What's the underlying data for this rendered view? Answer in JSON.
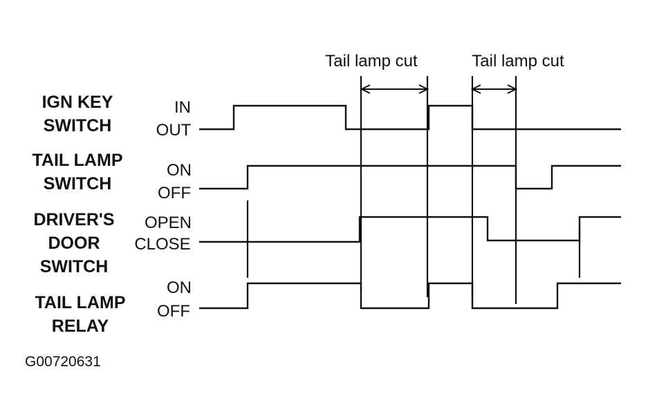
{
  "annotations": [
    {
      "label": "Tail lamp cut"
    },
    {
      "label": "Tail lamp cut"
    }
  ],
  "signals": [
    {
      "name_lines": [
        "IGN KEY",
        "SWITCH"
      ],
      "states": [
        "IN",
        "OUT"
      ]
    },
    {
      "name_lines": [
        "TAIL LAMP",
        "SWITCH"
      ],
      "states": [
        "ON",
        "OFF"
      ]
    },
    {
      "name_lines": [
        "DRIVER'S",
        "DOOR",
        "SWITCH"
      ],
      "states": [
        "OPEN",
        "CLOSE"
      ]
    },
    {
      "name_lines": [
        "TAIL LAMP",
        "RELAY"
      ],
      "states": [
        "ON",
        "OFF"
      ]
    }
  ],
  "figure_id": "G00720631"
}
